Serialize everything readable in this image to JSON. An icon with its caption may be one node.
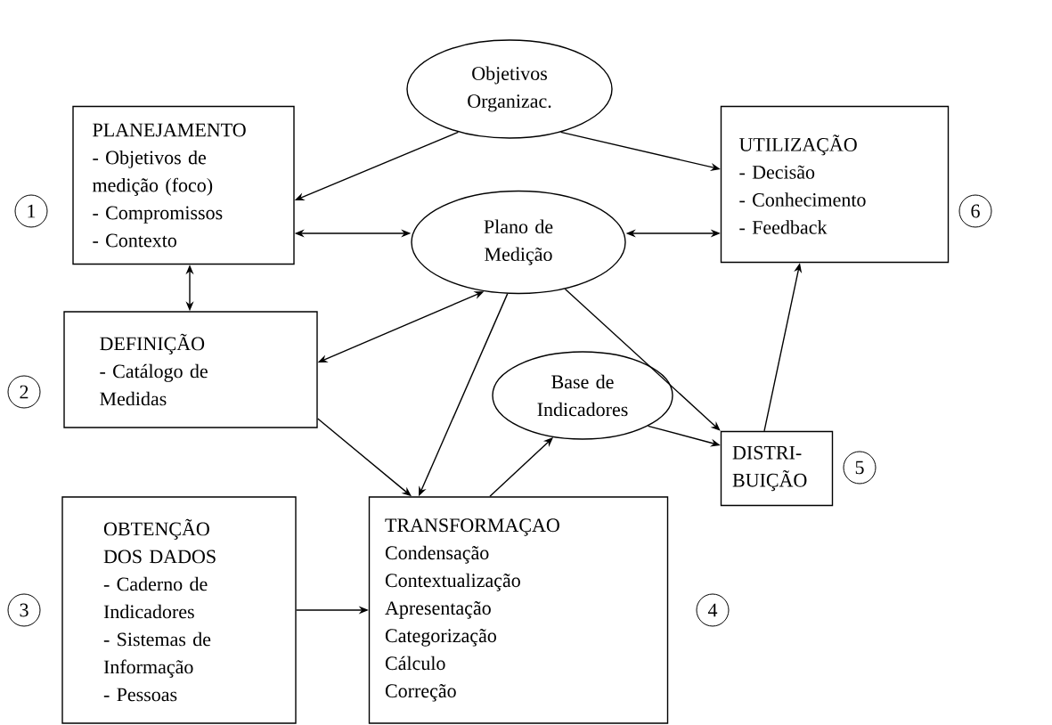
{
  "diagram": {
    "nodes": [
      {
        "text": [
          "Objetivos Organizac."
        ]
      },
      {
        "text": [
          "PLANEJAMENTO",
          "- Objetivos de medição (foco)",
          "- Compromissos",
          "- Contexto"
        ]
      },
      {
        "text": [
          "Plano de Medição"
        ]
      },
      {
        "text": [
          "UTILIZAÇÃO",
          "- Decisão",
          "- Conhecimento",
          "- Feedback"
        ]
      },
      {
        "text": [
          "DEFINIÇÃO",
          "- Catálogo de Medidas"
        ]
      },
      {
        "text": [
          "Base de Indicadores"
        ]
      },
      {
        "text": [
          "DISTRI- BUIÇÃO"
        ]
      },
      {
        "text": [
          "OBTENÇÃO DOS DADOS",
          "- Caderno de Indicadores",
          "- Sistemas de Informação",
          "- Pessoas"
        ]
      },
      {
        "text": [
          "TRANSFORMAÇAO",
          "Condensação",
          "Contextualização",
          "Apresentação",
          "Categorização",
          "Cálculo",
          "Correção"
        ]
      },
      {
        "text": [
          "1"
        ]
      },
      {
        "text": [
          "2"
        ]
      },
      {
        "text": [
          "3"
        ]
      },
      {
        "text": [
          "4"
        ]
      },
      {
        "text": [
          "5"
        ]
      },
      {
        "text": [
          "6"
        ]
      }
    ],
    "edges": [
      {
        "from": 0,
        "to": 1,
        "arrow": "to"
      },
      {
        "from": 0,
        "to": 3,
        "arrow": "to"
      },
      {
        "from": 1,
        "to": 2,
        "arrow": "both"
      },
      {
        "from": 2,
        "to": 3,
        "arrow": "both"
      },
      {
        "from": 1,
        "to": 4,
        "arrow": "both"
      },
      {
        "from": 2,
        "to": 4,
        "arrow": "both"
      },
      {
        "from": 2,
        "to": 8,
        "arrow": "to"
      },
      {
        "from": 4,
        "to": 8,
        "arrow": "to"
      },
      {
        "from": 2,
        "to": 6,
        "arrow": "to"
      },
      {
        "from": 8,
        "to": 5,
        "arrow": "to"
      },
      {
        "from": 5,
        "to": 6,
        "arrow": "to"
      },
      {
        "from": 6,
        "to": 3,
        "arrow": "to"
      },
      {
        "from": 7,
        "to": 8,
        "arrow": "to"
      }
    ]
  }
}
